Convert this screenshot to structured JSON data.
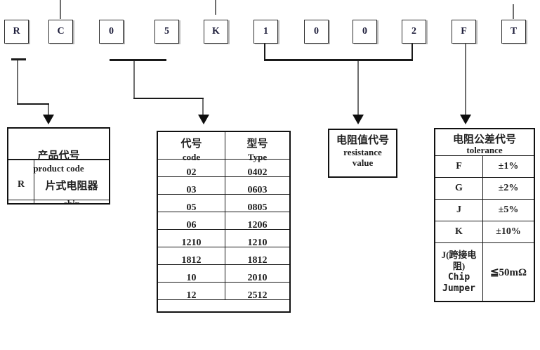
{
  "part_number": {
    "characters": [
      "R",
      "C",
      "0",
      "5",
      "K",
      "1",
      "0",
      "0",
      "2",
      "F",
      "T"
    ]
  },
  "product_code_table": {
    "title_cn": "产品代号",
    "title_en": "product code",
    "row": {
      "code": "R",
      "name_cn": "片式电阻器",
      "name_en": "chip"
    }
  },
  "size_code_table": {
    "col1_header_cn": "代号",
    "col1_header_en": "code",
    "col2_header_cn": "型号",
    "col2_header_en": "Type",
    "rows": [
      {
        "code": "02",
        "type": "0402"
      },
      {
        "code": "03",
        "type": "0603"
      },
      {
        "code": "05",
        "type": "0805"
      },
      {
        "code": "06",
        "type": "1206"
      },
      {
        "code": "1210",
        "type": "1210"
      },
      {
        "code": "1812",
        "type": "1812"
      },
      {
        "code": "10",
        "type": "2010"
      },
      {
        "code": "12",
        "type": "2512"
      }
    ]
  },
  "resistance_value_box": {
    "title_cn": "电阻值代号",
    "title_en_line1": "resistance",
    "title_en_line2": "value"
  },
  "tolerance_table": {
    "title_cn": "电阻公差代号",
    "title_en": "tolerance",
    "rows": [
      {
        "code": "F",
        "value": "±1%"
      },
      {
        "code": "G",
        "value": "±2%"
      },
      {
        "code": "J",
        "value": "±5%"
      },
      {
        "code": "K",
        "value": "±10%"
      }
    ],
    "jumper_row": {
      "code_line1": "J(跨接电",
      "code_line2": "阻)",
      "code_line3": "Chip",
      "code_line4": "Jumper",
      "value": "≦50mΩ"
    }
  },
  "colors": {
    "ink": "#1a1a1a"
  }
}
